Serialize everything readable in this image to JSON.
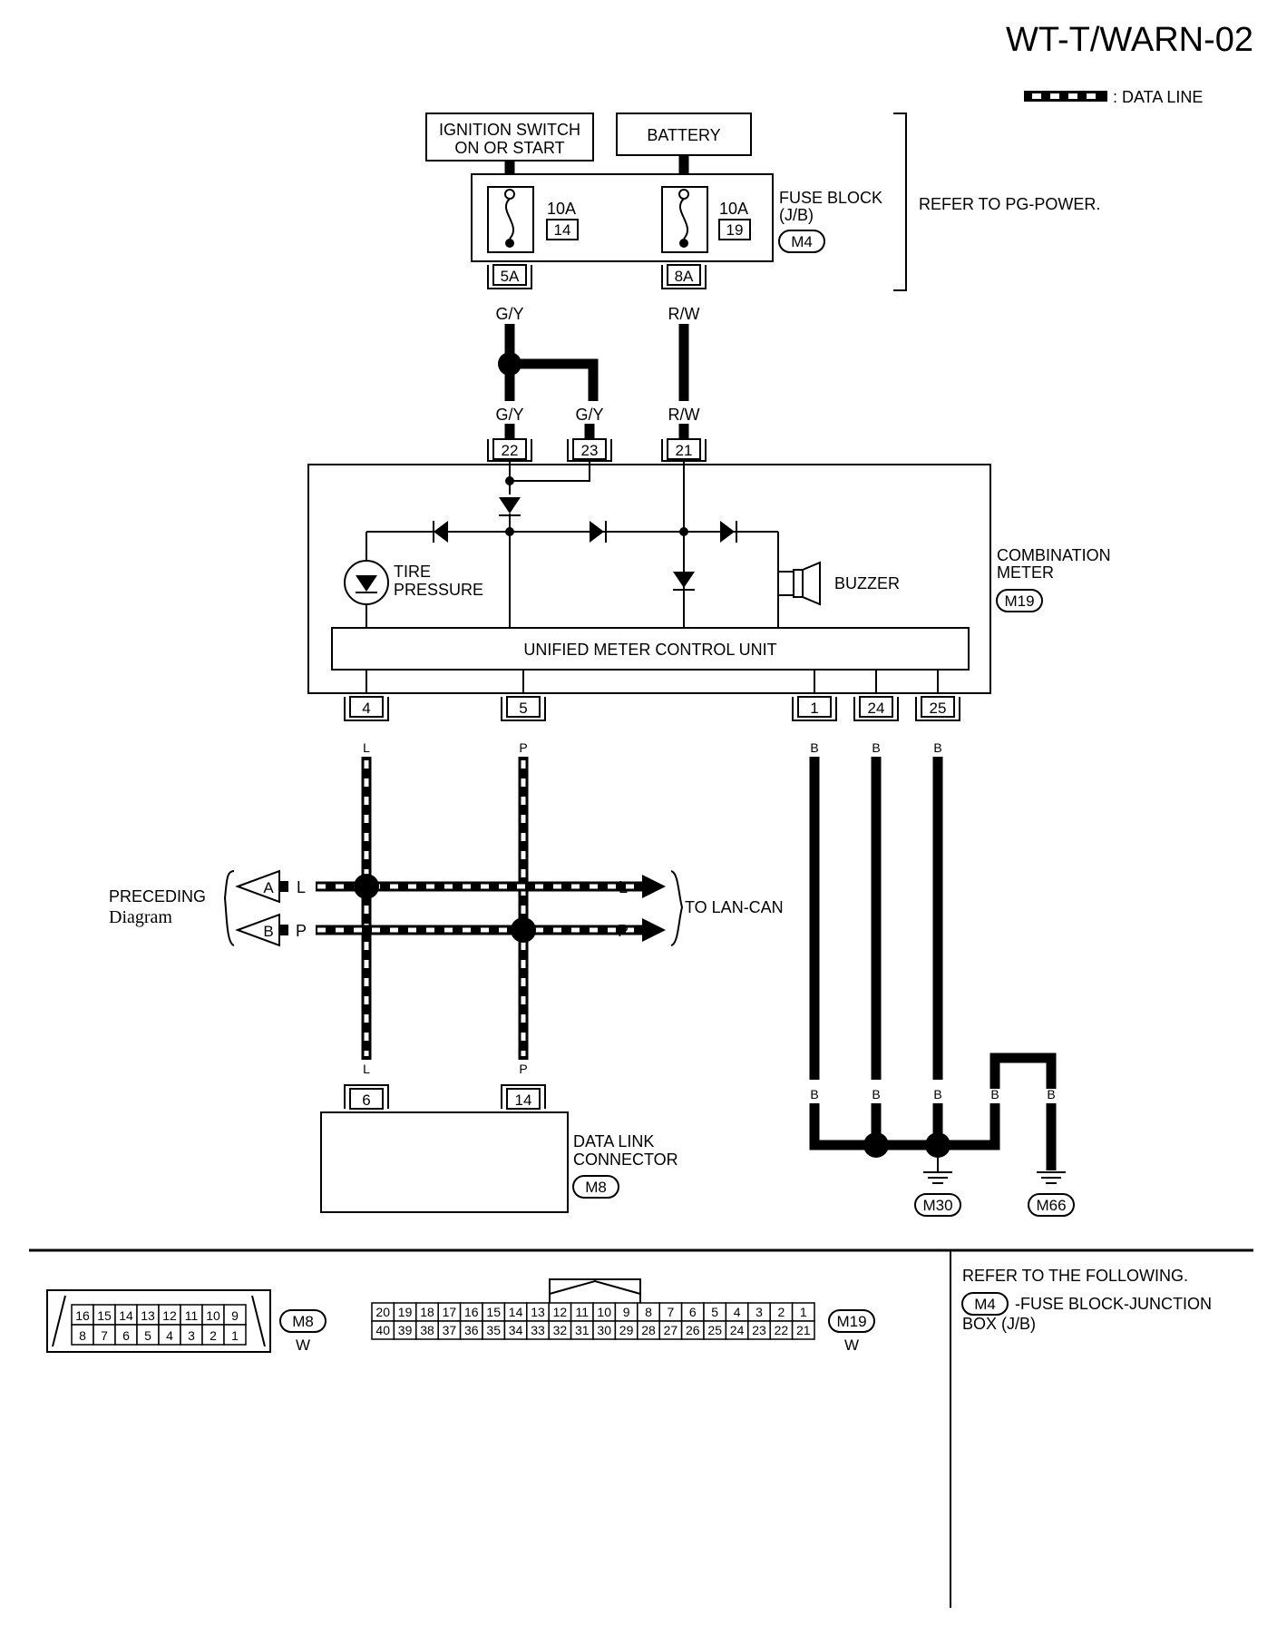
{
  "header": {
    "title": "WT-T/WARN-02",
    "legend_label": ": DATA LINE"
  },
  "power": {
    "ignition_line1": "IGNITION SWITCH",
    "ignition_line2": "ON OR START",
    "battery": "BATTERY",
    "fuse_block_line1": "FUSE BLOCK",
    "fuse_block_line2": "(J/B)",
    "fuse_block_conn": "M4",
    "refer": "REFER TO PG-POWER.",
    "fuse_left_amp": "10A",
    "fuse_left_num": "14",
    "fuse_right_amp": "10A",
    "fuse_right_num": "19",
    "pin_left": "5A",
    "pin_right": "8A"
  },
  "wires": {
    "gy": "G/Y",
    "rw": "R/W",
    "l": "L",
    "p": "P",
    "b": "B"
  },
  "meter": {
    "name_line1": "COMBINATION",
    "name_line2": "METER",
    "conn": "M19",
    "pin_22": "22",
    "pin_23": "23",
    "pin_21": "21",
    "pin_4": "4",
    "pin_5": "5",
    "pin_1": "1",
    "pin_24": "24",
    "pin_25": "25",
    "tire_line1": "TIRE",
    "tire_line2": "PRESSURE",
    "buzzer": "BUZZER",
    "unit": "UNIFIED METER CONTROL UNIT"
  },
  "can": {
    "preceding_line1": "PRECEDING",
    "preceding_line2": "Diagram",
    "arrow_a": "A",
    "arrow_b": "B",
    "to_lan": "TO LAN-CAN"
  },
  "dlc": {
    "name_line1": "DATA LINK",
    "name_line2": "CONNECTOR",
    "conn": "M8",
    "pin_6": "6",
    "pin_14": "14"
  },
  "grounds": {
    "g1": "M30",
    "g2": "M66"
  },
  "footer": {
    "m8_conn": "M8",
    "m8_color": "W",
    "m8_top": [
      "16",
      "15",
      "14",
      "13",
      "12",
      "11",
      "10",
      "9"
    ],
    "m8_bottom": [
      "8",
      "7",
      "6",
      "5",
      "4",
      "3",
      "2",
      "1"
    ],
    "m19_conn": "M19",
    "m19_color": "W",
    "m19_top": [
      "20",
      "19",
      "18",
      "17",
      "16",
      "15",
      "14",
      "13",
      "12",
      "11",
      "10",
      "9",
      "8",
      "7",
      "6",
      "5",
      "4",
      "3",
      "2",
      "1"
    ],
    "m19_bottom": [
      "40",
      "39",
      "38",
      "37",
      "36",
      "35",
      "34",
      "33",
      "32",
      "31",
      "30",
      "29",
      "28",
      "27",
      "26",
      "25",
      "24",
      "23",
      "22",
      "21"
    ],
    "refer_heading": "REFER TO THE FOLLOWING.",
    "refer_conn": "M4",
    "refer_text_line1": "-FUSE BLOCK-JUNCTION",
    "refer_text_line2": "BOX (J/B)"
  }
}
